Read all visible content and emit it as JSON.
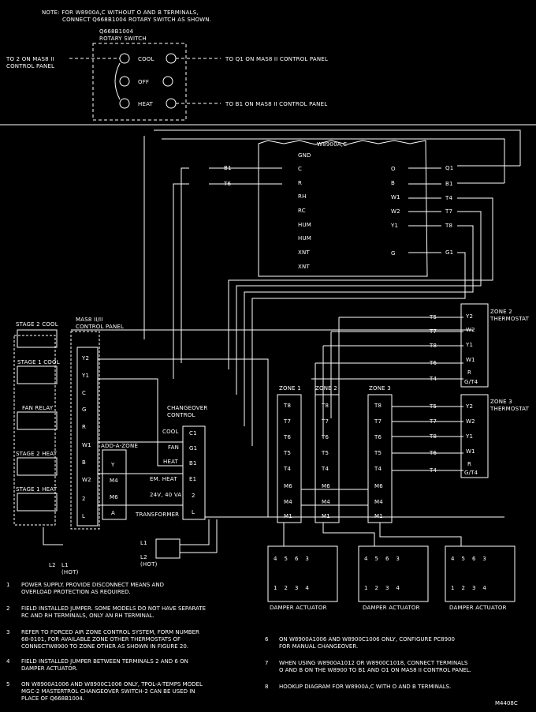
{
  "header": {
    "note_line1": "NOTE: FOR W8900A,C WITHOUT O AND B TERMINALS,",
    "note_line2": "CONNECT Q668B1004 ROTARY SWITCH AS SHOWN.",
    "switch_part": "Q668B1004",
    "switch_name": "ROTARY SWITCH",
    "left_label1": "TO 2 ON MAS8 II",
    "left_label2": "CONTROL PANEL",
    "pos_cool": "COOL",
    "pos_off": "OFF",
    "pos_heat": "HEAT",
    "q1_label": "TO Q1 ON MAS8 II CONTROL PANEL",
    "b1_label": "TO B1 ON MAS8 II CONTROL PANEL"
  },
  "thermostat": {
    "model": "W8900A,C",
    "left_terminals": [
      "GND",
      "C",
      "R",
      "RH",
      "RC",
      "HUM",
      "HUM",
      "XNT",
      "XNT"
    ],
    "right_terminals": [
      "O",
      "B",
      "W1",
      "W2",
      "Y1",
      "",
      "G",
      ""
    ]
  },
  "wire_labels": {
    "b1": "B1",
    "t6": "T6",
    "q1": "Q1",
    "b1r": "B1",
    "t4": "T4",
    "t7": "T7",
    "t8": "T8",
    "g1": "G1"
  },
  "panel": {
    "title1": "MAS8 II/II",
    "title2": "CONTROL PANEL",
    "stage2cool": "STAGE 2 COOL",
    "stage1cool": "STAGE 1 COOL",
    "fanrelay": "FAN RELAY",
    "stage2heat": "STAGE 2 HEAT",
    "stage1heat": "STAGE 1 HEAT",
    "main_terminals": [
      "Y2",
      "Y1",
      "C",
      "G",
      "R",
      "W1",
      "B",
      "W2",
      "2",
      "L"
    ],
    "addazone": "ADD-A-ZONE",
    "aaz_terminals": [
      "Y",
      "M4",
      "M6",
      "A"
    ],
    "changeover1": "CHANGEOVER",
    "changeover2": "CONTROL",
    "co_cool": "COOL",
    "co_fan": "FAN",
    "co_heat": "HEAT",
    "co_emheat": "EM. HEAT",
    "co_24v": "24V, 40 VA",
    "co_transformer": "TRANSFORMER",
    "co_terminals": [
      "C1",
      "G1",
      "B1",
      "E1",
      "2",
      "L"
    ]
  },
  "zones": {
    "zone1": "ZONE 1",
    "zone2": "ZONE 2",
    "zone3": "ZONE 3",
    "zone_terminals": [
      "T8",
      "T7",
      "T6",
      "T5",
      "T4",
      "M6",
      "M4",
      "M1"
    ],
    "zone2_tstat1": "ZONE 2",
    "zone2_tstat2": "THERMOSTAT",
    "zone3_tstat1": "ZONE 3",
    "zone3_tstat2": "THERMOSTAT",
    "tstat_terminals": [
      "Y2",
      "W2",
      "Y1",
      "W1",
      "R",
      "G/T4"
    ],
    "tstat_labels": [
      "T5",
      "T7",
      "T8",
      "T6",
      "T4"
    ],
    "tstat3_terminals": [
      "Y2",
      "W2",
      "Y1",
      "W1",
      "R",
      "G/T4"
    ]
  },
  "actuators": {
    "label": "DAMPER ACTUATOR",
    "top_terminals": [
      "4",
      "5",
      "6",
      "3"
    ],
    "bottom_terminals": [
      "1",
      "2",
      "3",
      "4"
    ]
  },
  "power": {
    "l1": "L1",
    "l2": "L2",
    "hot": "(HOT)",
    "l2b": "L2",
    "l1b": "L1",
    "hotb": "(HOT)"
  },
  "notes": {
    "n1a": "POWER SUPPLY. PROVIDE DISCONNECT MEANS AND",
    "n1b": "OVERLOAD PROTECTION AS REQUIRED.",
    "n2a": "FIELD INSTALLED JUMPER. SOME MODELS DO NOT HAVE SEPARATE",
    "n2b": "RC AND RH TERMINALS, ONLY AN RH TERMINAL.",
    "n3a": "REFER TO FORCED AIR ZONE CONTROL SYSTEM, FORM NUMBER",
    "n3b": "68-0101, FOR AVAILABLE ZONE OTHER THERMOSTATS OF",
    "n3c": "CONNECTW8900 TO ZONE OTHER AS SHOWN IN FIGURE 20.",
    "n4a": "FIELD INSTALLED JUMPER BETWEEN TERMINALS 2 AND 6 ON",
    "n4b": "DAMPER ACTUATOR.",
    "n5a": "ON W8900A1006 AND W8900C1006 ONLY, TPOL-A-TEMPS MODEL",
    "n5b": "MGC-2 MASTERTROL CHANGEOVER SWITCH-2 CAN BE USED IN",
    "n5c": "PLACE OF Q668B1004.",
    "n6a": "ON W8900A1006 AND W8900C1006 ONLY, CONFIGURE PC8900",
    "n6b": "FOR MANUAL CHANGEOVER.",
    "n7a": "WHEN USING W8900A1012 OR W8900C1018, CONNECT TERMINALS",
    "n7b": "O AND B ON THE W8900 TO B1 AND O1 ON MAS8 II CONTROL PANEL.",
    "n8": "HOOKUP DIAGRAM FOR W8900A,C WITH O AND B TERMINALS.",
    "code": "M4408C"
  },
  "note_numbers": [
    "1",
    "2",
    "3",
    "4",
    "5",
    "6",
    "7",
    "8"
  ]
}
